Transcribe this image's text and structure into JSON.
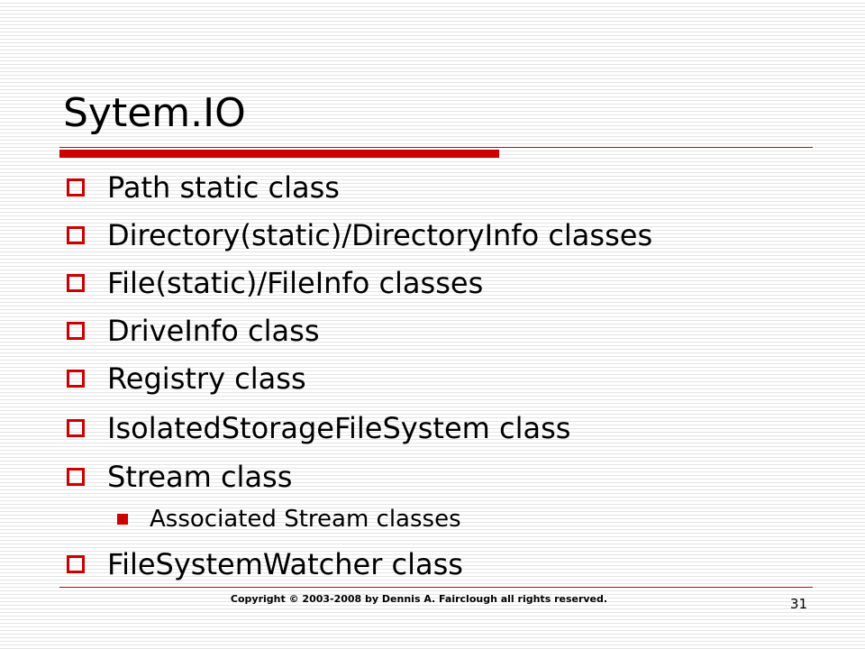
{
  "slide": {
    "title": "Sytem.IO",
    "bullets": [
      {
        "text": "Path static class"
      },
      {
        "text": "Directory(static)/DirectoryInfo classes"
      },
      {
        "text": "File(static)/FileInfo classes"
      },
      {
        "text": "DriveInfo class"
      },
      {
        "text": "Registry class"
      },
      {
        "text": "IsolatedStorageFileSystem class"
      },
      {
        "text": "Stream class",
        "sub": [
          {
            "text": "Associated Stream classes"
          }
        ]
      },
      {
        "text": "FileSystemWatcher class"
      }
    ],
    "footer": {
      "copyright": "Copyright © 2003-2008 by Dennis A. Fairclough all rights reserved.",
      "page_number": "31"
    },
    "colors": {
      "accent": "#cc0000",
      "text": "#000000",
      "background": "#ffffff",
      "stripe": "#e4e4e4"
    },
    "icons": {
      "bullet": "hollow-square-icon",
      "sub_bullet": "filled-square-icon"
    }
  }
}
